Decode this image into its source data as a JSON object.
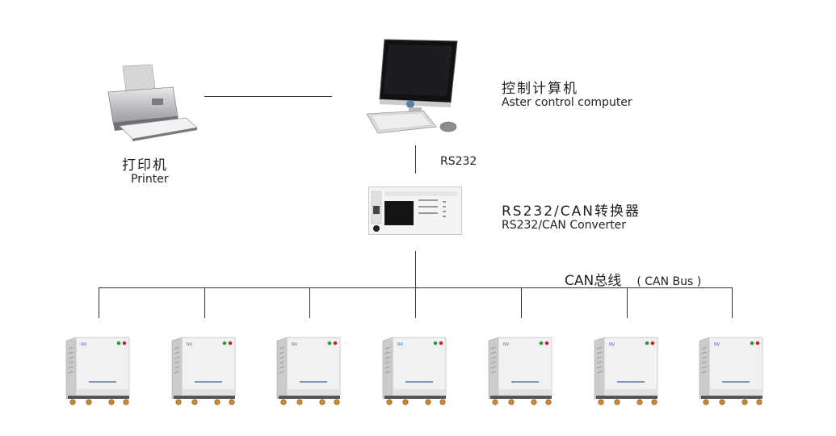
{
  "printer": {
    "label_cn": "打印机",
    "label_en": "Printer",
    "icon": "printer-icon"
  },
  "computer": {
    "label_cn": "控制计算机",
    "label_en": "Aster control computer",
    "icon": "desktop-computer-icon"
  },
  "rs232_link": {
    "label": "RS232"
  },
  "converter": {
    "label_cn": "RS232/CAN转换器",
    "label_en": "RS232/CAN Converter",
    "icon": "converter-module-icon"
  },
  "bus": {
    "label": "CAN总线",
    "label_en": "( CAN Bus )"
  },
  "units": {
    "count": 7,
    "icon": "power-cabinet-icon"
  }
}
